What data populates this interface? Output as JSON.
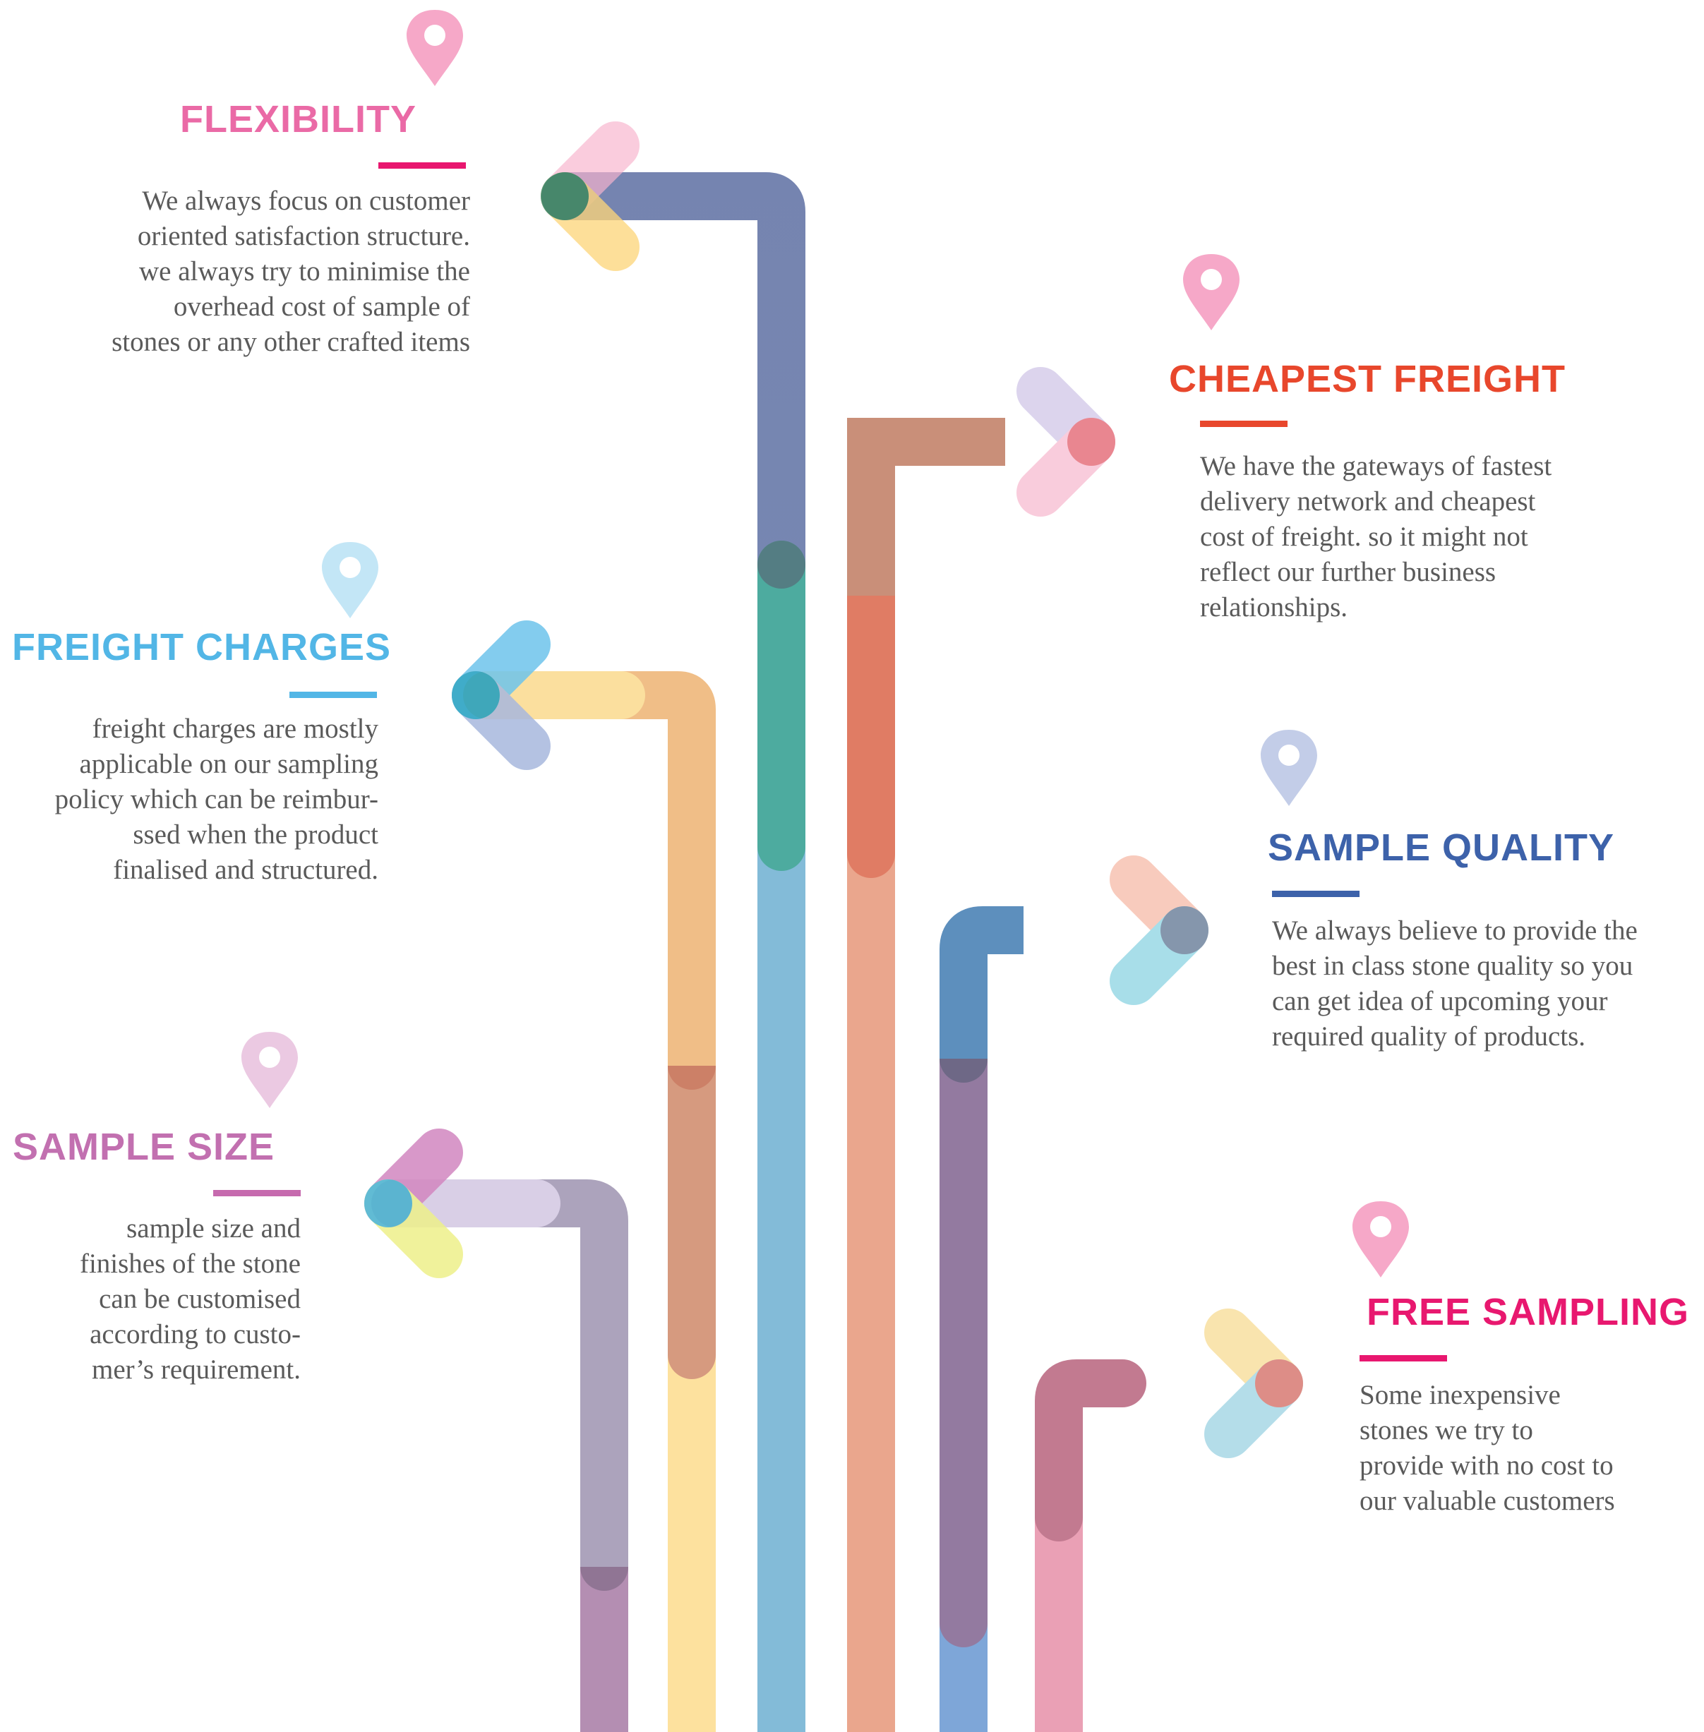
{
  "colors": {
    "flexibility": "#ea6aa6",
    "cheapest_freight": "#e8472c",
    "freight_charges": "#52b6e6",
    "sample_quality": "#3d62aa",
    "sample_size": "#c270b0",
    "free_sampling": "#e8186f",
    "rule_flexibility": "#e8176f",
    "rule_cheapest_freight": "#e8472c",
    "rule_freight_charges": "#52b6e6",
    "rule_sample_quality": "#3d62aa",
    "rule_sample_size": "#c66aae",
    "rule_free_sampling": "#e8176f",
    "body_text": "#5a5a5a"
  },
  "icons": [
    "map-pin-icon",
    "arrow-left-icon",
    "arrow-right-icon"
  ],
  "items": {
    "flexibility": {
      "title": "FLEXIBILITY",
      "lines": [
        "We always focus on customer",
        "oriented satisfaction structure.",
        "we always try to minimise the",
        "overhead cost of sample of",
        "stones or any other crafted items"
      ]
    },
    "cheapest_freight": {
      "title": "CHEAPEST FREIGHT",
      "lines": [
        "We have the gateways of fastest",
        "delivery network and cheapest",
        "cost of freight. so it might not",
        "reflect our further business",
        "relationships."
      ]
    },
    "freight_charges": {
      "title": "FREIGHT CHARGES",
      "lines": [
        "freight charges are mostly",
        "applicable on our sampling",
        "policy which can be reimbur-",
        "ssed when the product",
        "finalised and structured."
      ]
    },
    "sample_quality": {
      "title": "SAMPLE QUALITY",
      "lines": [
        "We always believe to provide the",
        "best in class stone quality so you",
        "can get idea of upcoming your",
        "required quality of products."
      ]
    },
    "sample_size": {
      "title": "SAMPLE SIZE",
      "lines": [
        "sample size and",
        "finishes of the stone",
        "can be customised",
        "according to custo-",
        "mer’s requirement."
      ]
    },
    "free_sampling": {
      "title": "FREE SAMPLING",
      "lines": [
        "Some inexpensive",
        "stones we try to",
        "provide with no cost to",
        "our valuable customers"
      ]
    }
  }
}
